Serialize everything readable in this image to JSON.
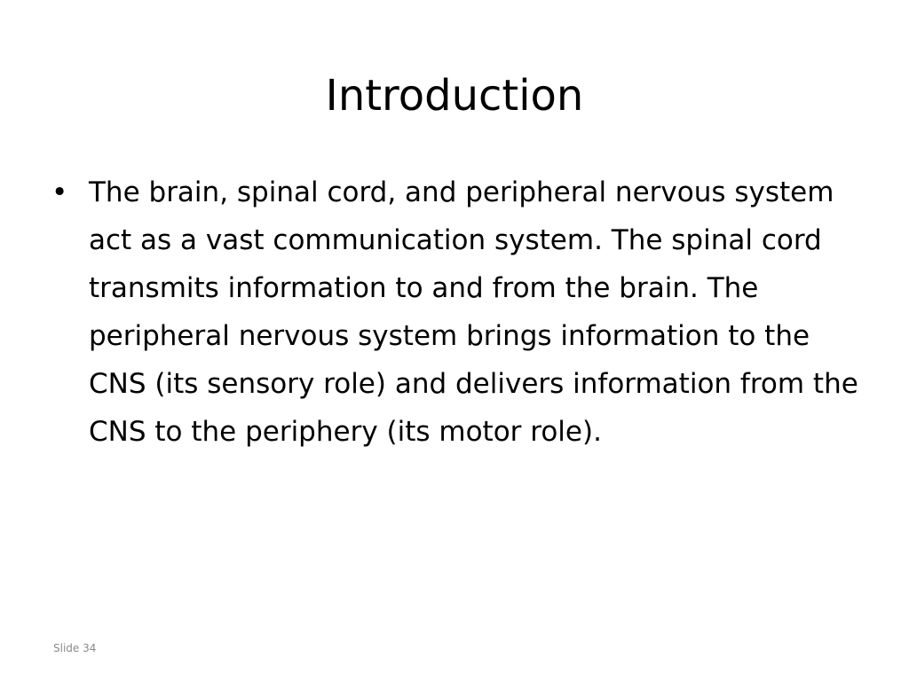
{
  "slide": {
    "title": "Introduction",
    "bullets": [
      {
        "marker": "•",
        "text": "The brain, spinal cord, and peripheral nervous system act as a vast communication system. The spinal cord transmits information to and from the brain. The peripheral nervous system brings information to the CNS (its sensory role) and delivers information from the CNS to the periphery (its motor role)."
      }
    ],
    "footer": {
      "slide_number": "Slide 34"
    }
  }
}
